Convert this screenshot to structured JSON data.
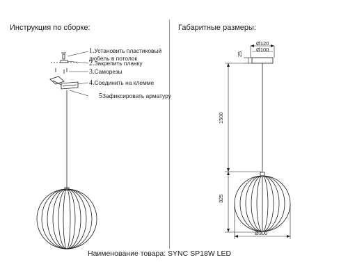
{
  "instructions": {
    "title": "Инструкция по сборке:",
    "steps": [
      {
        "num": "1.",
        "text": "Установить пластиковый",
        "text2": "дюбель в потолок"
      },
      {
        "num": "2.",
        "text": "Закрепить планку"
      },
      {
        "num": "3.",
        "text": "Саморезы"
      },
      {
        "num": "4.",
        "text": "Соединить на клемме"
      },
      {
        "num": "5",
        "text": "Зафиксировать арматуру"
      }
    ]
  },
  "dimensions": {
    "title": "Габаритные размеры:",
    "canopy_outer": "Ø120",
    "canopy_inner": "Ø100",
    "canopy_height": "25",
    "cord_length": "1500",
    "sphere_height": "325",
    "sphere_diameter": "Ø300"
  },
  "product": {
    "label": "Наименование товара: SYNC SP18W LED"
  },
  "colors": {
    "line": "#1a1a1a",
    "background": "#ffffff"
  }
}
